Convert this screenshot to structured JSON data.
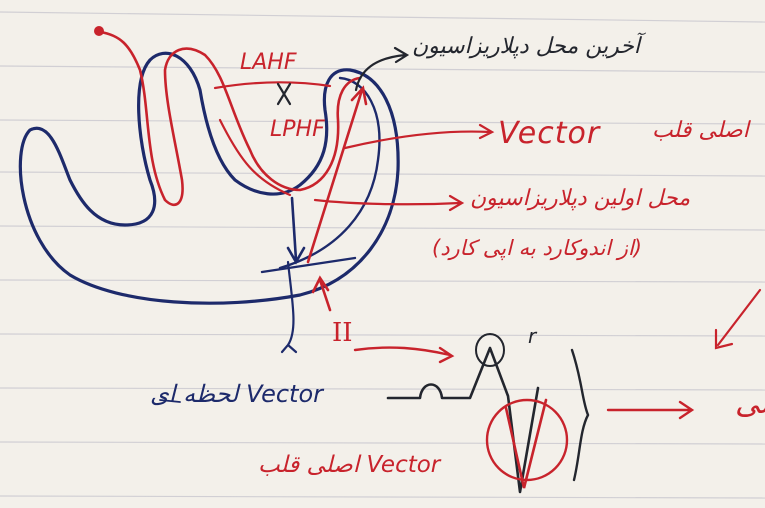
{
  "labels": {
    "lahf": "LAHF",
    "lphf": "LPHF",
    "last_depolarization": "آخرین محل دپلاریزاسیون",
    "main_vector": "Vector",
    "main_vector_fa": "اصلی قلب",
    "first_depolarization": "محل اولین دپلاریزاسیون",
    "septum_note": "(از اندوکارد به اپی کارد)",
    "lead": "II",
    "momentary_vector": "Vector لحظه ای",
    "ecg_r": "r",
    "bottom_main_vector": "Vector اصلی قلب",
    "right_edge_char": "لی"
  },
  "colors": {
    "ink_red": "#c8232c",
    "ink_blue": "#1d2a6b",
    "ink_dark": "#23262e",
    "paper": "#f3f0ea",
    "rule_line": "#c9c8cf"
  }
}
